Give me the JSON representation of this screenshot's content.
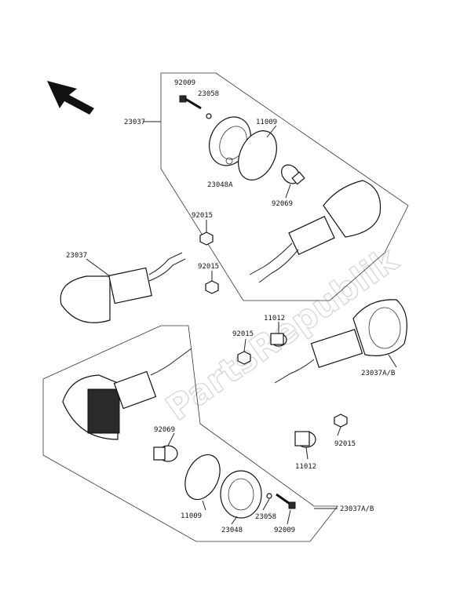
{
  "watermark": "PartsRepublik",
  "labels": {
    "top_92009": "92009",
    "top_23058": "23058",
    "top_23037": "23037",
    "top_11009": "11009",
    "top_23048A": "23048A",
    "top_92069": "92069",
    "left_92015": "92015",
    "left_23037": "23037",
    "left_92015b": "92015",
    "mid_11012": "11012",
    "mid_92015": "92015",
    "right_23037AB": "23037A/B",
    "bot_92069": "92069",
    "bot_92015": "92015",
    "bot_11012": "11012",
    "bot_11009": "11009",
    "bot_23058": "23058",
    "bot_23037AB": "23037A/B",
    "bot_23048": "23048",
    "bot_92009": "92009"
  }
}
